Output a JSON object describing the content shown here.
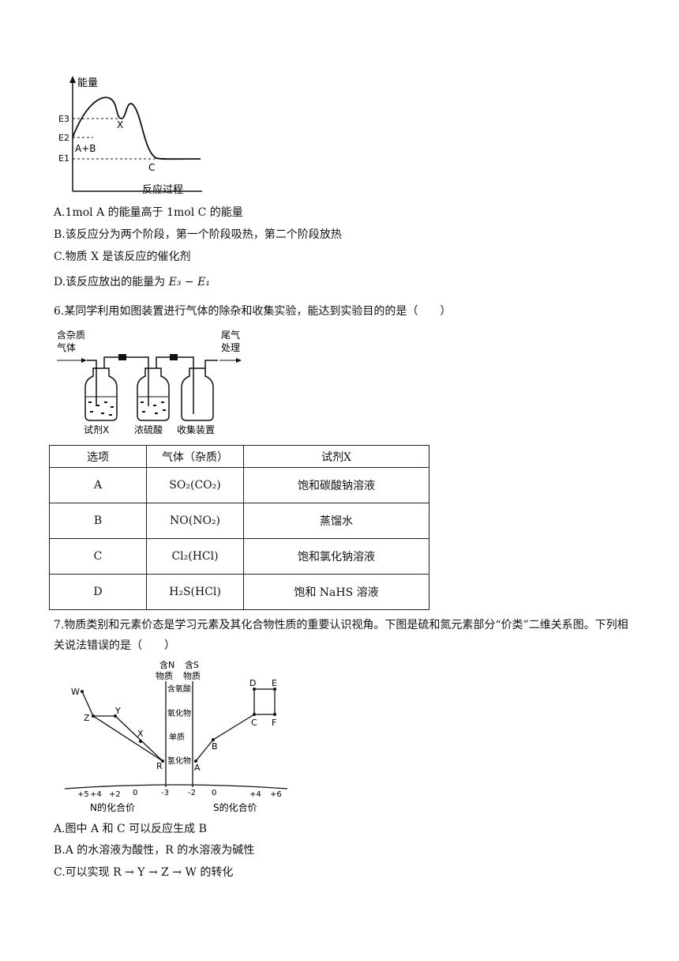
{
  "energy_diagram": {
    "y_axis_label": "能量",
    "x_axis_label": "反应过程",
    "levels": [
      "E3",
      "E2",
      "E1"
    ],
    "labels": {
      "reactants": "A+B",
      "intermediate": "X",
      "product": "C"
    }
  },
  "q5_options": {
    "a": "A.1mol A 的能量高于 1mol C 的能量",
    "b": "B.该反应分为两个阶段，第一个阶段吸热，第二个阶段放热",
    "c": "C.物质 X 是该反应的催化剂",
    "d_prefix": "D.该反应放出的能量为 ",
    "d_formula": "E₃ − E₁"
  },
  "q6": {
    "stem": "6.某同学利用如图装置进行气体的除杂和收集实验，能达到实验目的的是（　　）",
    "apparatus": {
      "inlet_label_1": "含杂质",
      "inlet_label_2": "气体",
      "outlet_label_1": "尾气",
      "outlet_label_2": "处理",
      "bottle_1": "试剂X",
      "bottle_2": "浓硫酸",
      "bottle_3": "收集装置"
    },
    "table": {
      "headers": [
        "选项",
        "气体（杂质）",
        "试剂X"
      ],
      "rows": [
        {
          "option": "A",
          "gas": "SO₂(CO₂)",
          "reagent": "饱和碳酸钠溶液"
        },
        {
          "option": "B",
          "gas": "NO(NO₂)",
          "reagent": "蒸馏水"
        },
        {
          "option": "C",
          "gas": "Cl₂(HCl)",
          "reagent": "饱和氯化钠溶液"
        },
        {
          "option": "D",
          "gas": "H₂S(HCl)",
          "reagent": "饱和 NaHS 溶液"
        }
      ]
    }
  },
  "q7": {
    "stem": "7.物质类别和元素价态是学习元素及其化合物性质的重要认识视角。下图是硫和氮元素部分“价类”二维关系图。下列相关说法错误的是（　　）",
    "diagram": {
      "n_axis_title_1": "含N",
      "n_axis_title_2": "物质",
      "s_axis_title_1": "含S",
      "s_axis_title_2": "物质",
      "categories": [
        "含氧酸",
        "氧化物",
        "单质",
        "氢化物"
      ],
      "n_ticks": [
        "+5",
        "+4",
        "+2",
        "0",
        "-3"
      ],
      "s_ticks": [
        "-2",
        "0",
        "+4",
        "+6"
      ],
      "n_axis_label": "N的化合价",
      "s_axis_label": "S的化合价",
      "points_n": [
        "W",
        "Z",
        "Y",
        "X",
        "R"
      ],
      "points_s": [
        "A",
        "B",
        "C",
        "D",
        "E",
        "F"
      ]
    },
    "options": {
      "a": "A.图中 A 和 C 可以反应生成 B",
      "b": "B.A 的水溶液为酸性，R 的水溶液为碱性",
      "c": "C.可以实现 R → Y → Z → W 的转化"
    }
  }
}
